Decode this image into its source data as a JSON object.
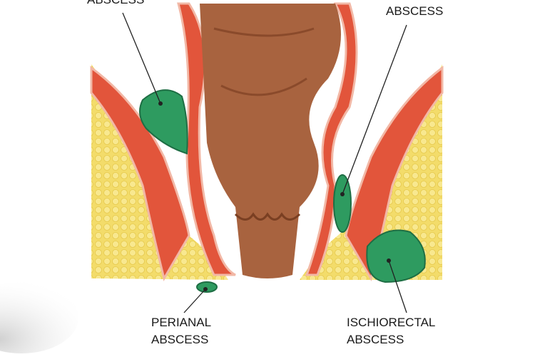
{
  "labels": {
    "top_left": "ABSCESS",
    "top_right": "ABSCESS",
    "perianal_line1": "PERIANAL",
    "perianal_line2": "ABSCESS",
    "ischiorectal_line1": "ISCHIORECTAL",
    "ischiorectal_line2": "ABSCESS"
  },
  "colors": {
    "fat": "#f3dc6a",
    "muscle": "#e2553b",
    "rectum": "#a8633f",
    "abscess": "#2e9b60"
  }
}
